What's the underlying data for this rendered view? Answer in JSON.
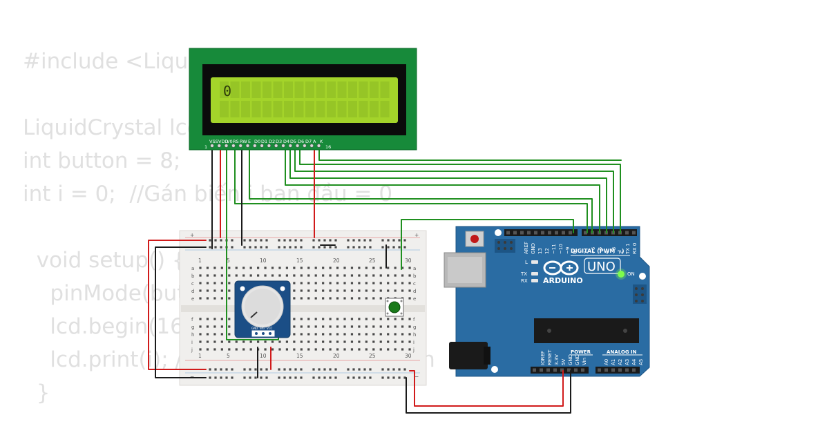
{
  "code_lines": [
    "#include <LiquidCrystal.h>",
    "",
    "LiquidCrystal lcd(12, 11, 5, 4, 3, 2);",
    "int button = 8;",
    "int i = 0;  //Gán biến i ban đầu = 0",
    "",
    "  void setup() {",
    "    pinMode(button, INPUT);",
    "    lcd.begin(16, 2);",
    "    lcd.print(i); // In giá trị i ra màn hình",
    "  }"
  ],
  "lcd": {
    "display_text": "0",
    "pin_labels": [
      "VSS",
      "VDD",
      "V0",
      "RS",
      "RW",
      "E",
      "D0",
      "D1",
      "D2",
      "D3",
      "D4",
      "D5",
      "D6",
      "D7",
      "A",
      "K"
    ],
    "pin_first": "1",
    "pin_last": "16",
    "pcb_color": "#178a3a",
    "screen_color": "#a4d42a"
  },
  "breadboard": {
    "column_numbers": [
      "1",
      "5",
      "10",
      "15",
      "20",
      "25",
      "30"
    ],
    "rows_top": [
      "a",
      "b",
      "c",
      "d",
      "e"
    ],
    "rows_bottom": [
      "f",
      "g",
      "h",
      "i",
      "j"
    ],
    "rail_plus": "+",
    "rail_minus": "−"
  },
  "potentiometer": {
    "pin_labels": [
      "GND",
      "SIG",
      "VCC"
    ]
  },
  "arduino": {
    "brand": "ARDUINO",
    "model": "UNO",
    "digital_header": "DIGITAL (PWM ~)",
    "power_header": "POWER",
    "analog_header": "ANALOG IN",
    "on_label": "ON",
    "l_label": "L",
    "tx_label": "TX",
    "rx_label": "RX",
    "digital_pins": [
      "AREF",
      "GND",
      "13",
      "12",
      "~11",
      "~10",
      "~9",
      "8",
      "7",
      "~6",
      "~5",
      "4",
      "~3",
      "2",
      "TX 1",
      "RX 0"
    ],
    "power_pins": [
      "IOREF",
      "RESET",
      "3.3V",
      "5V",
      "GND",
      "GND",
      "Vin"
    ],
    "analog_pins": [
      "A0",
      "A1",
      "A2",
      "A3",
      "A4",
      "A5"
    ],
    "board_color": "#2a6ca3"
  },
  "wire_colors": {
    "green": "#1f8f1f",
    "red": "#d11a1a",
    "black": "#1a1a1a"
  }
}
